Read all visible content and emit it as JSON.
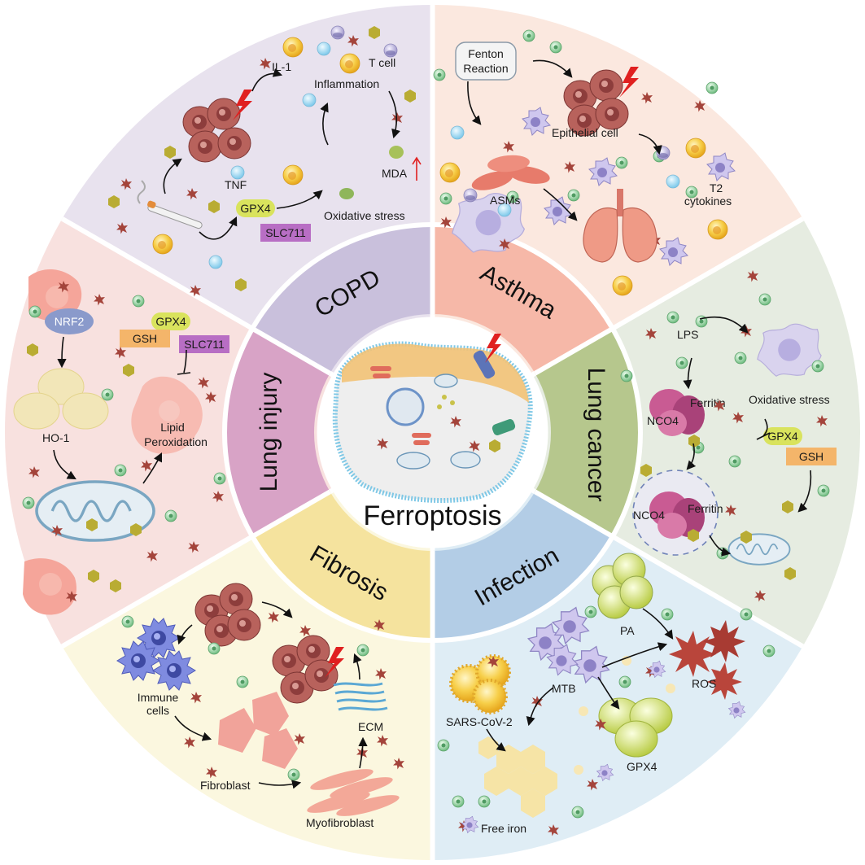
{
  "center": {
    "title": "Ferroptosis"
  },
  "ring_labels": {
    "copd": "COPD",
    "asthma": "Asthma",
    "lung_cancer": "Lung cancer",
    "infection": "Infection",
    "fibrosis": "Fibrosis",
    "lung_injury": "Lung injury"
  },
  "copd": {
    "il1": "IL-1",
    "tcell": "T cell",
    "inflammation": "Inflammation",
    "tnf": "TNF",
    "gpx4": "GPX4",
    "slc": "SLC711",
    "mda": "MDA",
    "oxidative": "Oxidative stress"
  },
  "asthma": {
    "fenton1": "Fenton",
    "fenton2": "Reaction",
    "epithelial": "Epithelial cell",
    "asms": "ASMs",
    "t2a": "T2",
    "t2b": "cytokines"
  },
  "lung_cancer": {
    "lps": "LPS",
    "oxidative": "Oxidative stress",
    "ferritin1": "Ferritin",
    "nco4_1": "NCO4",
    "gpx4": "GPX4",
    "gsh": "GSH",
    "ferritin2": "Ferritin",
    "nco4_2": "NCO4"
  },
  "infection": {
    "pa": "PA",
    "mtb": "MTB",
    "ros": "ROS",
    "sars": "SARS-CoV-2",
    "gpx4": "GPX4",
    "free_iron": "Free iron"
  },
  "fibrosis": {
    "immune1": "Immune",
    "immune2": "cells",
    "ecm": "ECM",
    "fibroblast": "Fibroblast",
    "myofibroblast": "Myofibroblast"
  },
  "lung_injury": {
    "nrf2": "NRF2",
    "gpx4": "GPX4",
    "gsh": "GSH",
    "slc": "SLC711",
    "ho1": "HO-1",
    "lipid1": "Lipid",
    "lipid2": "Peroxidation"
  },
  "colors": {
    "copd_bg": "#e8e2ee",
    "asthma_bg": "#fbe8df",
    "cancer_bg": "#e6ece1",
    "infection_bg": "#dfedf5",
    "fibrosis_bg": "#fbf7df",
    "injury_bg": "#f8e1df",
    "copd_ring": "#c9c0dc",
    "asthma_ring": "#f6b8a8",
    "cancer_ring": "#b6c78d",
    "infection_ring": "#b3cde6",
    "fibrosis_ring": "#f5e39e",
    "injury_ring": "#d8a3c6"
  }
}
